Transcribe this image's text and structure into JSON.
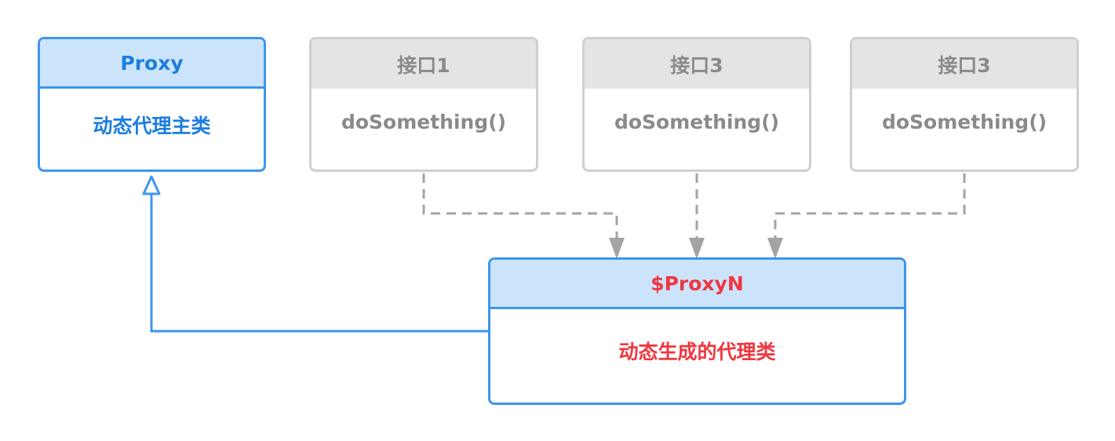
{
  "proxy_class": {
    "name": "Proxy",
    "description": "动态代理主类"
  },
  "interfaces": [
    {
      "name": "接口1",
      "method": "doSomething()"
    },
    {
      "name": "接口3",
      "method": "doSomething()"
    },
    {
      "name": "接口3",
      "method": "doSomething()"
    }
  ],
  "generated_class": {
    "name": "$ProxyN",
    "description": "动态生成的代理类"
  },
  "colors": {
    "blue_border": "#3d95ec",
    "blue_header_fill": "#cce4fb",
    "blue_text": "#1a7ee0",
    "gray_border": "#cfcfcf",
    "gray_header_fill": "#e4e4e4",
    "gray_text": "#8a8a8a",
    "red_text": "#f0363f",
    "dashed_line": "#a3a3a3"
  }
}
